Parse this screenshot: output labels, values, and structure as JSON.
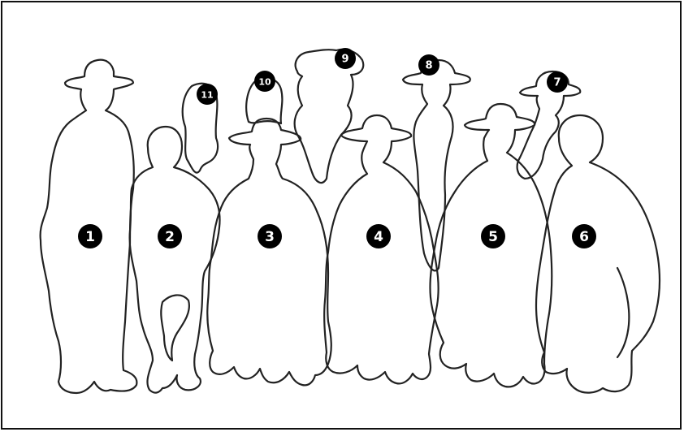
{
  "figure": {
    "outline_color": "#222222",
    "badge_color": "#000000",
    "badge_text_color": "#ffffff",
    "labels": {
      "p1": "1",
      "p2": "2",
      "p3": "3",
      "p4": "4",
      "p5": "5",
      "p6": "6",
      "p7": "7",
      "p8": "8",
      "p9": "9",
      "p10": "10",
      "p11": "11"
    }
  }
}
